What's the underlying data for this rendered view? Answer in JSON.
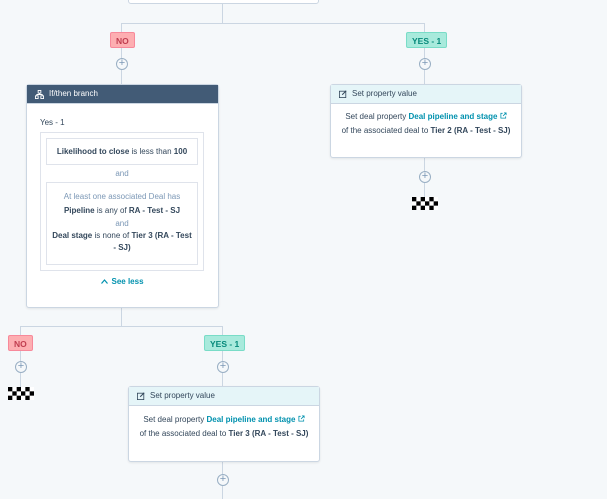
{
  "labels": {
    "no_left": "NO",
    "yes_top": "YES - 1",
    "no_bottom": "NO",
    "yes_bottom": "YES - 1"
  },
  "branch_card": {
    "title": "If/then branch",
    "branch_name": "Yes - 1",
    "cond1": {
      "property": "Likelihood to close",
      "operator": "is less than",
      "value": "100"
    },
    "and_1": "and",
    "group": {
      "header": "At least one associated Deal has",
      "line1_prop": "Pipeline",
      "line1_op": "is any of",
      "line1_val": "RA - Test - SJ",
      "and_2": "and",
      "line2_prop": "Deal stage",
      "line2_op": "is none of",
      "line2_val": "Tier 3 (RA - Test - SJ)"
    },
    "see_less": "See less"
  },
  "action_top": {
    "title": "Set property value",
    "prefix": "Set deal property",
    "property": "Deal pipeline and stage",
    "middle": "of the associated deal to",
    "value": "Tier 2 (RA - Test - SJ)"
  },
  "action_bottom": {
    "title": "Set property value",
    "prefix": "Set deal property",
    "property": "Deal pipeline and stage",
    "middle": "of the associated deal to",
    "value": "Tier 3 (RA - Test - SJ)"
  },
  "icons": {
    "plus": "plus-icon",
    "branch": "branch-icon",
    "edit": "edit-icon",
    "external": "external-link-icon",
    "chevron": "chevron-up-icon",
    "flag": "end-flag-icon"
  },
  "colors": {
    "connector": "#cbd6e2",
    "no_pill": "#fdaeb1",
    "yes_pill": "#a8eadc",
    "link": "#0091ae",
    "branch_header": "#425b76",
    "action_header": "#e5f5f8"
  }
}
